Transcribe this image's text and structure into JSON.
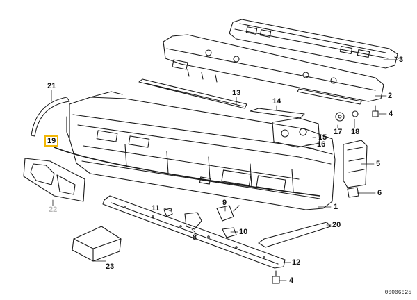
{
  "diagram": {
    "parts": [
      {
        "id": "p1",
        "label": "1"
      },
      {
        "id": "p2",
        "label": "2"
      },
      {
        "id": "p3",
        "label": "3"
      },
      {
        "id": "p4a",
        "label": "4"
      },
      {
        "id": "p4b",
        "label": "4"
      },
      {
        "id": "p5",
        "label": "5"
      },
      {
        "id": "p6",
        "label": "6"
      },
      {
        "id": "p8",
        "label": "8"
      },
      {
        "id": "p9",
        "label": "9"
      },
      {
        "id": "p10",
        "label": "10"
      },
      {
        "id": "p11",
        "label": "11"
      },
      {
        "id": "p12",
        "label": "12"
      },
      {
        "id": "p13",
        "label": "13"
      },
      {
        "id": "p14",
        "label": "14"
      },
      {
        "id": "p15",
        "label": "15"
      },
      {
        "id": "p16",
        "label": "16"
      },
      {
        "id": "p17",
        "label": "17"
      },
      {
        "id": "p18",
        "label": "18"
      },
      {
        "id": "p19",
        "label": "19"
      },
      {
        "id": "p20",
        "label": "20"
      },
      {
        "id": "p21",
        "label": "21"
      },
      {
        "id": "p22",
        "label": "22"
      },
      {
        "id": "p23",
        "label": "23"
      }
    ],
    "highlighted_part": "19",
    "inactive_part": "22",
    "highlight_color": "#f2b705",
    "line_color": "#1a1a1a",
    "document_number": "00006025"
  }
}
